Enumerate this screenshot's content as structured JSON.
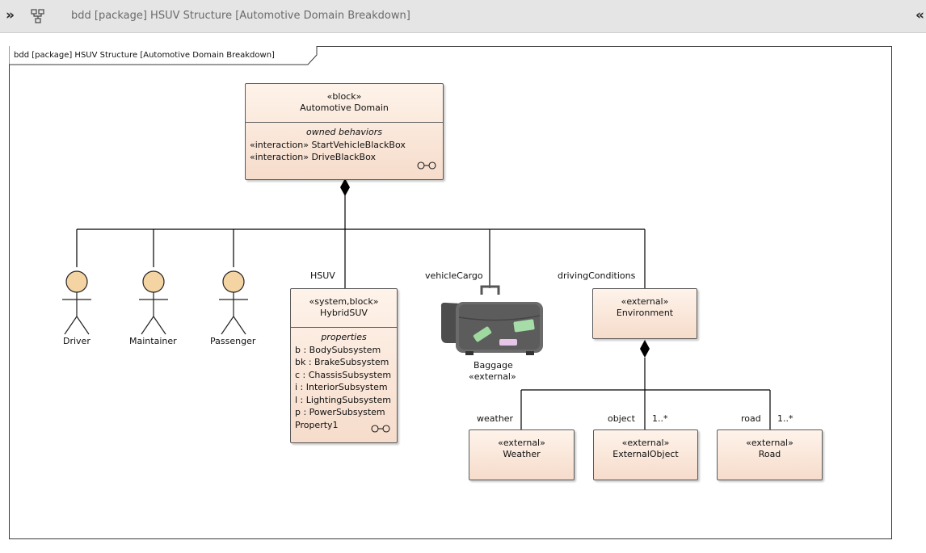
{
  "toolbar": {
    "expand_glyph": "»",
    "collapse_glyph": "«",
    "title": "bdd [package] HSUV Structure [Automotive Domain Breakdown]",
    "icon": "diagram-icon"
  },
  "diagram": {
    "frame_label": "bdd [package] HSUV Structure [Automotive Domain Breakdown]",
    "automotive_domain": {
      "stereotype": "«block»",
      "name": "Automotive Domain",
      "section_title": "owned behaviors",
      "rows": [
        "«interaction» StartVehicleBlackBox",
        "«interaction» DriveBlackBox"
      ]
    },
    "actors": [
      {
        "name": "Driver"
      },
      {
        "name": "Maintainer"
      },
      {
        "name": "Passenger"
      }
    ],
    "hsuv": {
      "role": "HSUV",
      "stereotype": "«system,block»",
      "name": "HybridSUV",
      "section_title": "properties",
      "rows": [
        "b : BodySubsystem",
        "bk : BrakeSubsystem",
        "c : ChassisSubsystem",
        "i : InteriorSubsystem",
        "l : LightingSubsystem",
        "p : PowerSubsystem",
        "Property1"
      ]
    },
    "baggage": {
      "role": "vehicleCargo",
      "name": "Baggage",
      "stereotype": "«external»"
    },
    "environment": {
      "role": "drivingConditions",
      "stereotype": "«external»",
      "name": "Environment"
    },
    "weather": {
      "role": "weather",
      "stereotype": "«external»",
      "name": "Weather"
    },
    "external_object": {
      "role": "object",
      "multiplicity": "1..*",
      "stereotype": "«external»",
      "name": "ExternalObject"
    },
    "road": {
      "role": "road",
      "multiplicity": "1..*",
      "stereotype": "«external»",
      "name": "Road"
    }
  },
  "colors": {
    "block_fill_top": "#fef3ea",
    "block_fill_bottom": "#f6dccb",
    "actor_head": "#f5d4a3",
    "toolbar_bg": "#e5e5e5"
  }
}
